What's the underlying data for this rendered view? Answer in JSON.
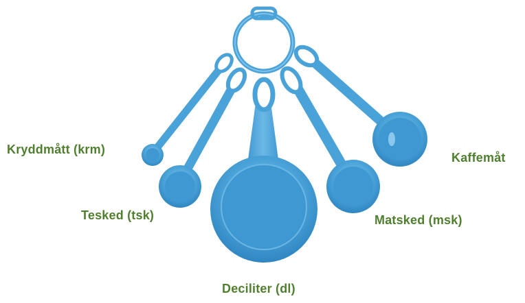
{
  "image": {
    "subject": "measuring-spoons-set",
    "colors": {
      "plastic": "#4aa3d8",
      "plastic_dark": "#2f86c2",
      "plastic_light": "#8fcaee",
      "label_text": "#4f7f2f",
      "background": "#ffffff"
    }
  },
  "labels": {
    "krm": "Kryddmått (krm)",
    "tsk": "Tesked (tsk)",
    "dl": "Deciliter (dl)",
    "msk": "Matsked (msk)",
    "kaffe": "Kaffemåt"
  }
}
